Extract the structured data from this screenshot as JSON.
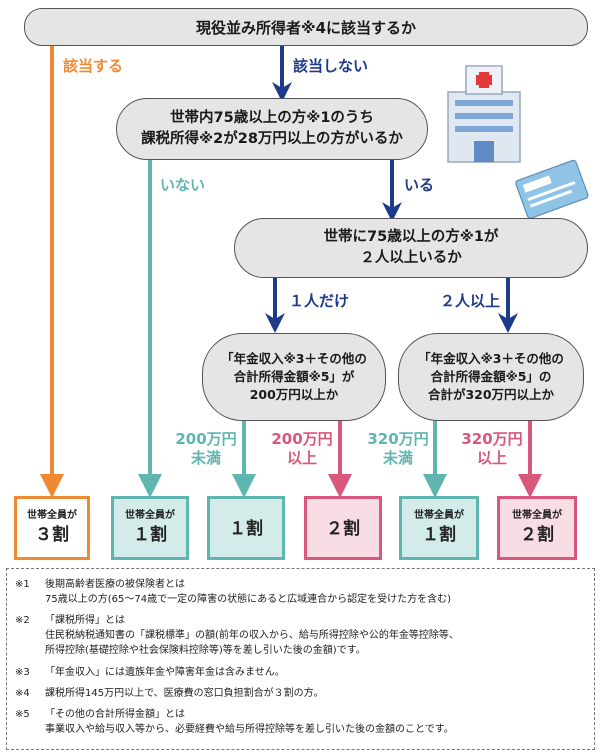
{
  "nodes": {
    "root": "現役並み所得者※4に該当するか",
    "q1_line1": "世帯内75歳以上の方※1のうち",
    "q1_line2": "課税所得※2が28万円以上の方がいるか",
    "q2_line1": "世帯に75歳以上の方※1が",
    "q2_line2": "２人以上いるか",
    "q3_line1": "「年金収入※3＋その他の",
    "q3_line2": "合計所得金額※5」が",
    "q3_line3": "200万円以上か",
    "q4_line1": "「年金収入※3＋その他の",
    "q4_line2": "合計所得金額※5」の",
    "q4_line3": "合計が320万円以上か"
  },
  "edges": {
    "applicable": "該当する",
    "not_applicable": "該当しない",
    "none": "いない",
    "exists": "いる",
    "one_person": "１人だけ",
    "two_or_more": "２人以上",
    "under200_a": "200万円",
    "under200_b": "未満",
    "over200_a": "200万円",
    "over200_b": "以上",
    "under320_a": "320万円",
    "under320_b": "未満",
    "over320_a": "320万円",
    "over320_b": "以上"
  },
  "results": [
    {
      "top": "世帯全員が",
      "value": "３割"
    },
    {
      "top": "世帯全員が",
      "value": "１割"
    },
    {
      "top": "",
      "value": "１割"
    },
    {
      "top": "",
      "value": "２割"
    },
    {
      "top": "世帯全員が",
      "value": "１割"
    },
    {
      "top": "世帯全員が",
      "value": "２割"
    }
  ],
  "notes": [
    {
      "mark": "※1",
      "lines": [
        "後期高齢者医療の被保険者とは",
        "75歳以上の方(65～74歳で一定の障害の状態にあると広域連合から認定を受けた方を含む)"
      ]
    },
    {
      "mark": "※2",
      "lines": [
        "「課税所得」とは",
        "住民税納税通知書の「課税標準」の額(前年の収入から、給与所得控除や公的年金等控除等、",
        "所得控除(基礎控除や社会保険料控除等)等を差し引いた後の金額)です。"
      ]
    },
    {
      "mark": "※3",
      "lines": [
        "「年金収入」には遺族年金や障害年金は含みません。"
      ]
    },
    {
      "mark": "※4",
      "lines": [
        "課税所得145万円以上で、医療費の窓口負担割合が３割の方。"
      ]
    },
    {
      "mark": "※5",
      "lines": [
        "「その他の合計所得金額」とは",
        "事業収入や給与収入等から、必要経費や給与所得控除等を差し引いた後の金額のことです。"
      ]
    }
  ],
  "colors": {
    "orange": "#f08a32",
    "navy": "#1e3a8a",
    "teal": "#5fb6b0",
    "pink": "#d9577a",
    "teal_fill": "#d3ecea",
    "pink_fill": "#f9dde4"
  }
}
